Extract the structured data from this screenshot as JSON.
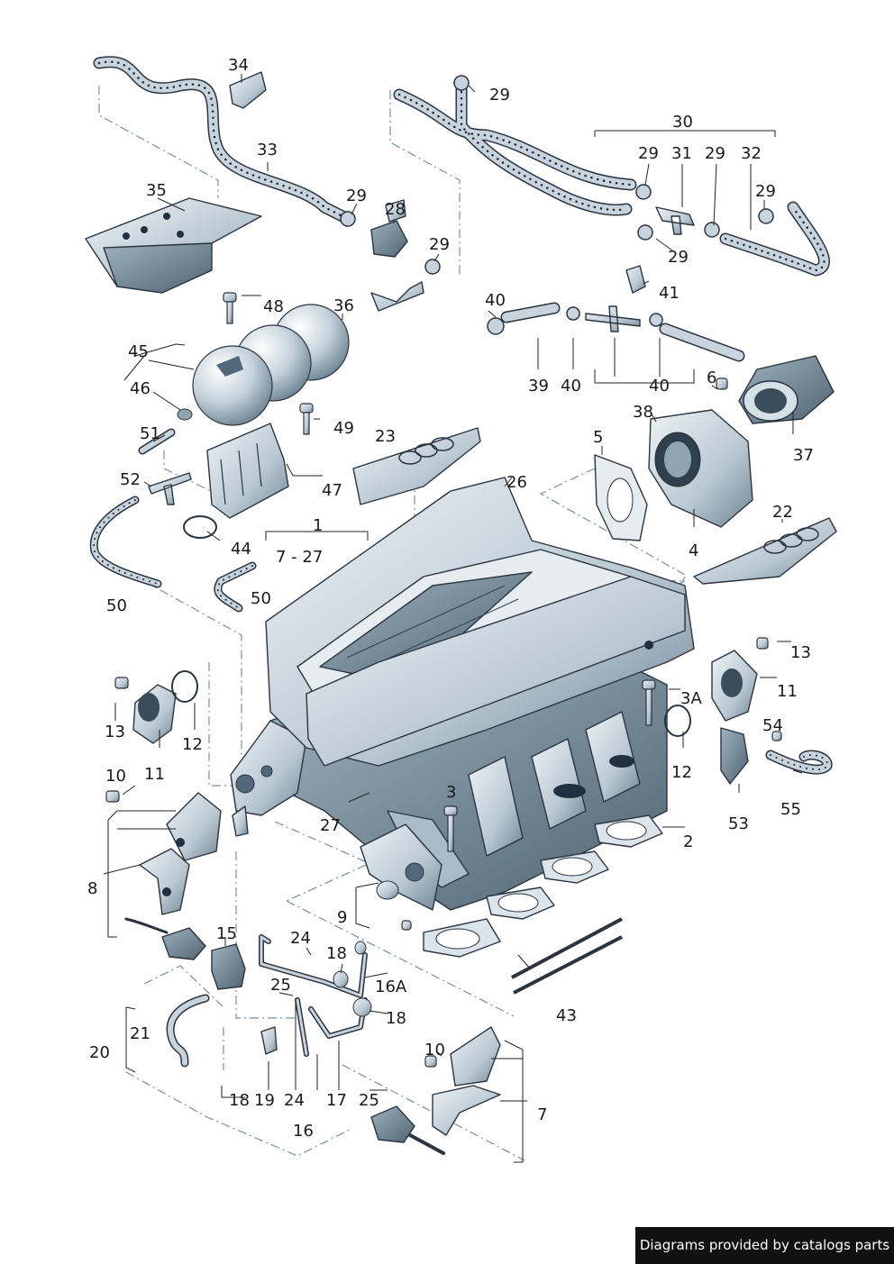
{
  "labels": {
    "l34": "34",
    "l29a": "29",
    "l30": "30",
    "l29b": "29",
    "l31": "31",
    "l29c": "29",
    "l32": "32",
    "l33": "33",
    "l35": "35",
    "l29d": "29",
    "l28": "28",
    "l29e": "29",
    "l29f": "29",
    "l29g": "29",
    "l36": "36",
    "l48": "48",
    "l45": "45",
    "l46": "46",
    "l49": "49",
    "l51": "51",
    "l52": "52",
    "l47": "47",
    "l44": "44",
    "l50a": "50",
    "l50b": "50",
    "l1": "1",
    "l7_27": "7 - 27",
    "l23": "23",
    "l26": "26",
    "l40a": "40",
    "l39": "39",
    "l40b": "40",
    "l40c": "40",
    "l41": "41",
    "l6": "6",
    "l38": "38",
    "l37": "37",
    "l5": "5",
    "l4": "4",
    "l22": "22",
    "l13a": "13",
    "l12a": "12",
    "l11a": "11",
    "l13b": "13",
    "l11b": "11",
    "l3a": "3A",
    "l12b": "12",
    "l54": "54",
    "l55": "55",
    "l53": "53",
    "l10a": "10",
    "l3": "3",
    "l27": "27",
    "l2": "2",
    "l8": "8",
    "l9": "9",
    "l15": "15",
    "l24a": "24",
    "l18a": "18",
    "l16a": "16A",
    "l25a": "25",
    "l18b": "18",
    "l21": "21",
    "l20": "20",
    "l43": "43",
    "l10b": "10",
    "l18c": "18",
    "l19": "19",
    "l24b": "24",
    "l17": "17",
    "l25b": "25",
    "l16": "16",
    "l7": "7"
  },
  "credit": "Diagrams provided by catalogs parts"
}
